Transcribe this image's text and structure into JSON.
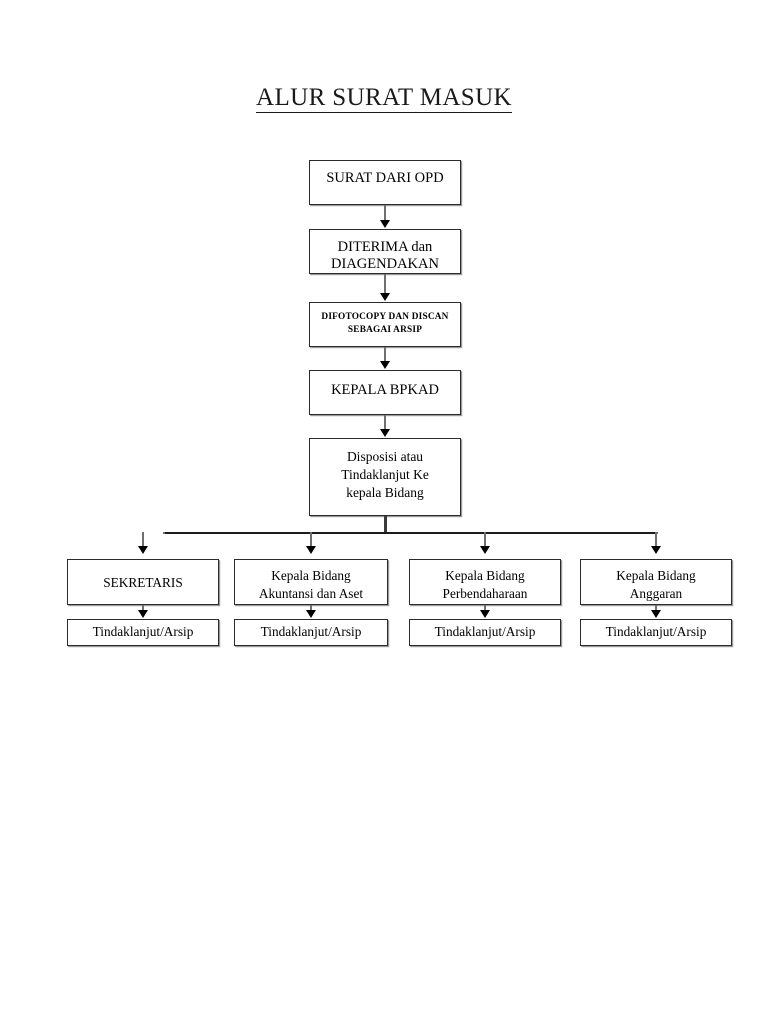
{
  "document": {
    "title": "ALUR SURAT MASUK"
  },
  "flow": {
    "chain": [
      {
        "id": "surat-dari-opd",
        "label": "SURAT DARI OPD"
      },
      {
        "id": "diterima",
        "label": "DITERIMA dan\nDIAGENDAKAN"
      },
      {
        "id": "difotocopy",
        "label": "DIFOTOCOPY DAN DISCAN\nSEBAGAI ARSIP"
      },
      {
        "id": "kepala-bpkad",
        "label": "KEPALA BPKAD"
      },
      {
        "id": "disposisi",
        "label": "Disposisi atau\nTindaklanjut Ke\nkepala Bidang"
      }
    ],
    "branches": [
      {
        "id": "sekretaris",
        "label": "SEKRETARIS",
        "leaf": "Tindaklanjut/Arsip"
      },
      {
        "id": "kabid-akuntansi-aset",
        "label": "Kepala Bidang\nAkuntansi dan Aset",
        "leaf": "Tindaklanjut/Arsip"
      },
      {
        "id": "kabid-perbendaharaan",
        "label": "Kepala Bidang\nPerbendaharaan",
        "leaf": "Tindaklanjut/Arsip"
      },
      {
        "id": "kabid-anggaran",
        "label": "Kepala Bidang\nAnggaran",
        "leaf": "Tindaklanjut/Arsip"
      }
    ]
  },
  "style": {
    "page_background": "#ffffff",
    "box_border": "#2b2b2b",
    "text_color": "#000000",
    "connector_color": "#6f6f6f",
    "arrow_color": "#000000"
  }
}
